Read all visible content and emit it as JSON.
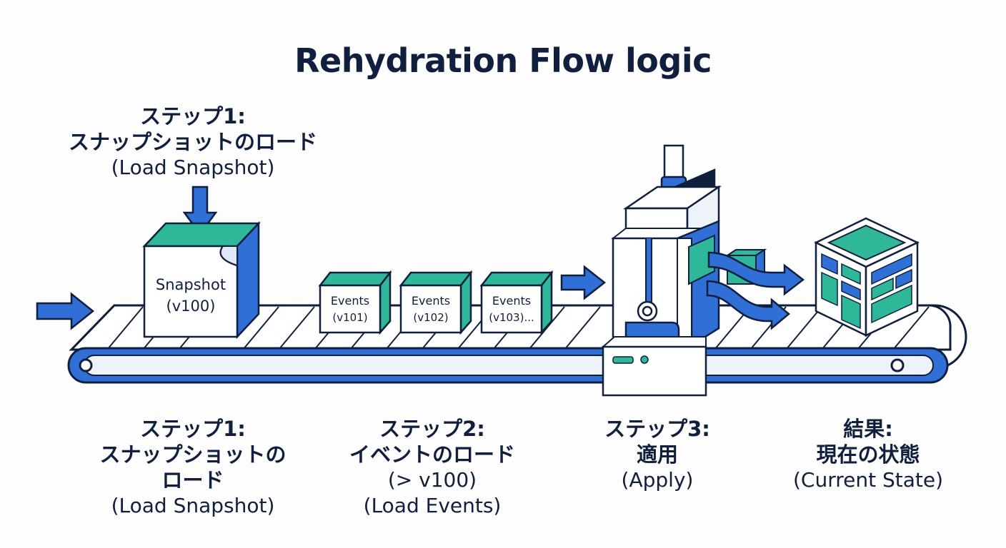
{
  "title": "Rehydration Flow logic",
  "top_caption": {
    "step": "ステップ1:",
    "jp": "スナップショットのロード",
    "en": "(Load Snapshot)"
  },
  "snapshot_box": {
    "line1": "Snapshot",
    "line2": "(v100)"
  },
  "event_boxes": [
    {
      "line1": "Events",
      "line2": "(v101)"
    },
    {
      "line1": "Events",
      "line2": "(v102)"
    },
    {
      "line1": "Events",
      "line2": "(v103)..."
    }
  ],
  "steps": [
    {
      "l1": "ステップ1:",
      "l2": "スナップショットの",
      "l3": "ロード",
      "l4": "(Load Snapshot)"
    },
    {
      "l1": "ステップ2:",
      "l2": "イベントのロード",
      "l3": "(> v100)",
      "l4": "(Load Events)"
    },
    {
      "l1": "ステップ3:",
      "l2": "適用",
      "l3": "(Apply)"
    },
    {
      "l1": "結果:",
      "l2": "現在の状態",
      "l3": "(Current State)"
    }
  ],
  "colors": {
    "navy": "#0f1f3d",
    "blue": "#2f6fd6",
    "dark_blue": "#1f4fa8",
    "teal": "#2fb79a",
    "light": "#eef3fa"
  }
}
